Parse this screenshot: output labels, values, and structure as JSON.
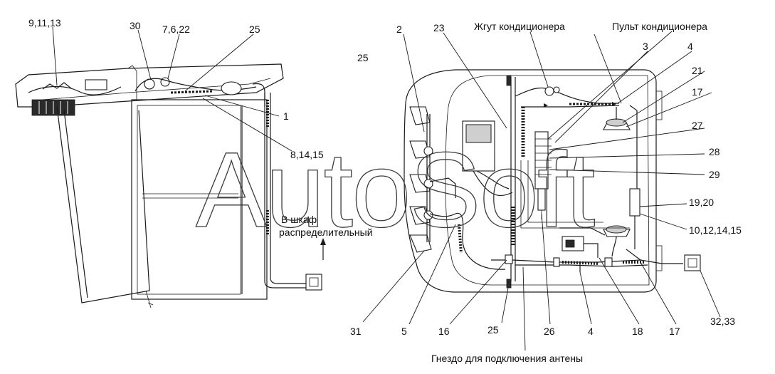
{
  "callouts": {
    "c9_11_13": "9,11,13",
    "c30": "30",
    "c7_6_22": "7,6,22",
    "c25_left": "25",
    "c1": "1",
    "c8_14_15": "8,14,15",
    "c2": "2",
    "c23": "23",
    "c25_mid": "25",
    "c3": "3",
    "c4_top": "4",
    "c21": "21",
    "c17_top": "17",
    "c27": "27",
    "c28": "28",
    "c29": "29",
    "c19_20": "19,20",
    "c10_12_14_15": "10,12,14,15",
    "c31": "31",
    "c5": "5",
    "c16": "16",
    "c25_bottom": "25",
    "c26": "26",
    "c4_bottom": "4",
    "c18": "18",
    "c17_bottom": "17",
    "c32_33": "32,33"
  },
  "texts": {
    "ac_harness": "Жгут кондиционера",
    "ac_panel": "Пульт кондиционера",
    "to_cabinet_line1": "В шкаф",
    "to_cabinet_line2": "распределительный",
    "antenna_socket": "Гнездо для подключения антены"
  },
  "watermark": "AutoSoft"
}
